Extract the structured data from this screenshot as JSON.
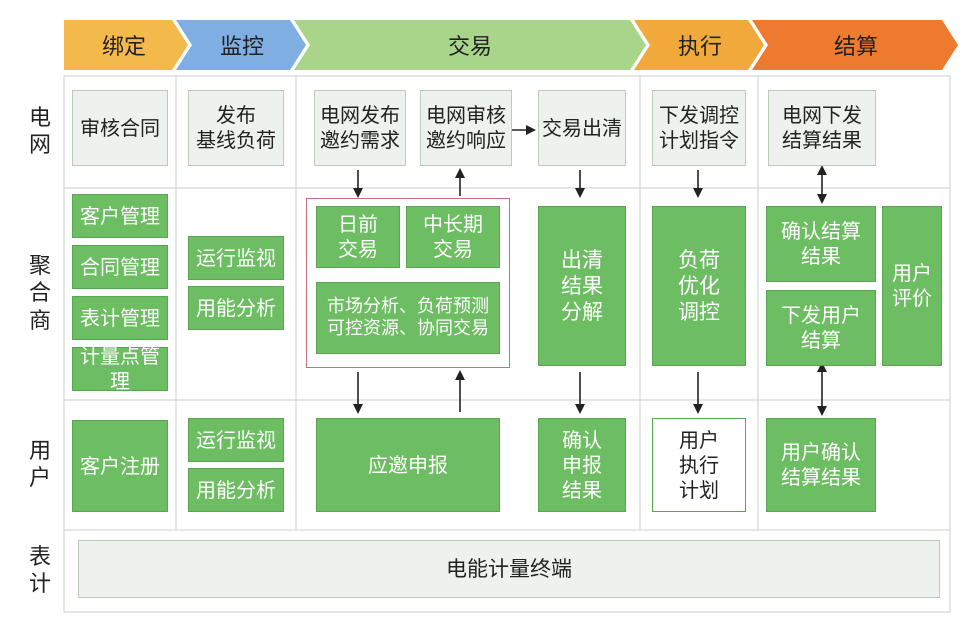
{
  "phases": [
    {
      "label": "绑定",
      "color": "#f3b94a"
    },
    {
      "label": "监控",
      "color": "#7eaee2"
    },
    {
      "label": "交易",
      "color": "#a8d58a"
    },
    {
      "label": "执行",
      "color": "#f0a93a"
    },
    {
      "label": "结算",
      "color": "#ee7a30"
    }
  ],
  "rows": {
    "grid": "电\n网",
    "aggregator": "聚\n合\n商",
    "user": "用\n户",
    "meter": "表\n计"
  },
  "boxes": {
    "audit_contract": "审核合同",
    "publish_baseline": "发布\n基线负荷",
    "grid_publish_demand": "电网发布\n邀约需求",
    "grid_audit_response": "电网审核\n邀约响应",
    "trade_clearing": "交易出清",
    "issue_dispatch": "下发调控\n计划指令",
    "grid_issue_settlement": "电网下发\n结算结果",
    "customer_mgmt": "客户管理",
    "contract_mgmt": "合同管理",
    "meter_mgmt": "表计管理",
    "metering_point_mgmt": "计量点管理",
    "agg_monitor": "运行监视",
    "agg_energy_analysis": "用能分析",
    "day_ahead": "日前\n交易",
    "mid_long_term": "中长期\n交易",
    "market_analysis": "市场分析、负荷预测\n可控资源、协同交易",
    "clearing_decompose": "出清\n结果\n分解",
    "load_optimize": "负荷\n优化\n调控",
    "confirm_settlement": "确认结算\n结果",
    "issue_user_settlement": "下发用户\n结算",
    "user_evaluation": "用户\n评价",
    "customer_register": "客户注册",
    "user_monitor": "运行监视",
    "user_energy_analysis": "用能分析",
    "invite_declare": "应邀申报",
    "confirm_declare": "确认\n申报\n结果",
    "user_exec_plan": "用户\n执行\n计划",
    "user_confirm_settlement": "用户确认\n结算结果",
    "energy_meter_terminal": "电能计量终端"
  }
}
